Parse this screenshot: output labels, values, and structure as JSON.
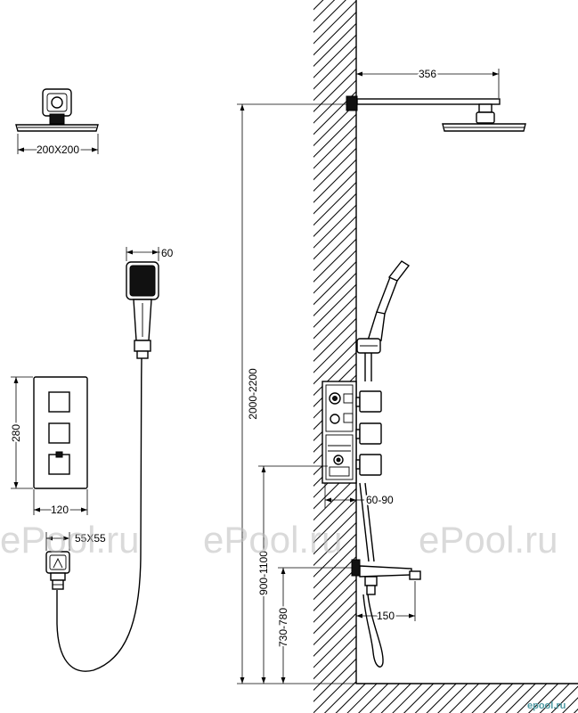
{
  "colors": {
    "background": "#ffffff",
    "line": "#000000",
    "watermark": "#bcbcbc",
    "corner_mark": "#4f9aa3"
  },
  "rain_head_front": {
    "size_label": "200X200"
  },
  "hand_shower_front": {
    "width_label": "60"
  },
  "thermostat_panel_front": {
    "height_label": "280",
    "width_label": "120"
  },
  "wall_outlet_front": {
    "size_label": "55X55"
  },
  "side_view": {
    "arm_length_label": "356",
    "head_height_label": "2000-2200",
    "box_depth_label": "60-90",
    "valve_height_label": "900-1100",
    "spout_height_label": "730-780",
    "spout_length_label": "150"
  },
  "watermarks": {
    "left": "ePool.ru",
    "center": "ePool.ru",
    "right": "ePool.ru",
    "corner": "epool.ru"
  }
}
